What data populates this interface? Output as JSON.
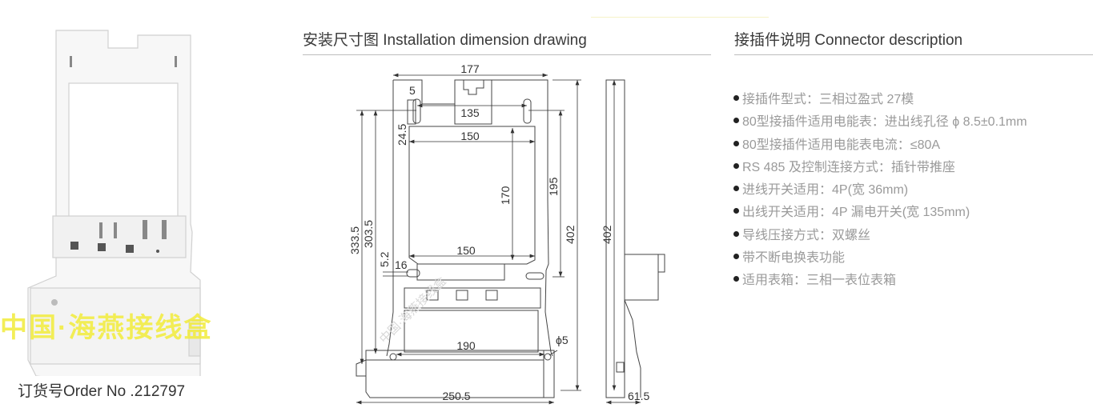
{
  "product": {
    "order_label": "订货号Order No .212797",
    "watermark": "中国·海燕接线盒"
  },
  "drawing": {
    "title": "安装尺寸图 Installation dimension drawing",
    "dims": {
      "width_top": "177",
      "slot_width": "5",
      "slot_spacing": "135",
      "offset_vertical": "24.5",
      "window_width_top": "150",
      "window_height": "170",
      "hole_spacing_vertical": "195",
      "total_height_front": "402",
      "height_333": "333.5",
      "height_303": "303.5",
      "dim_5_2": "5.2",
      "dim_16": "16",
      "window_width_bottom": "150",
      "base_hole_spacing": "190",
      "hole_diameter": "ϕ5",
      "base_width": "250.5",
      "total_height_side": "402",
      "depth": "61.5"
    },
    "watermark": "中国·海燕接线盒"
  },
  "connector": {
    "title": "接插件说明 Connector description",
    "items": [
      "接插件型式：三相过盈式  27模",
      "80型接插件适用电能表：进出线孔径 ϕ 8.5±0.1mm",
      "80型接插件适用电能表电流：≤80A",
      "RS 485 及控制连接方式：插针带推座",
      "进线开关适用：4P(宽 36mm)",
      "出线开关适用：4P 漏电开关(宽 135mm)",
      "导线压接方式：双螺丝",
      "带不断电换表功能",
      "适用表箱：三相一表位表箱"
    ]
  }
}
